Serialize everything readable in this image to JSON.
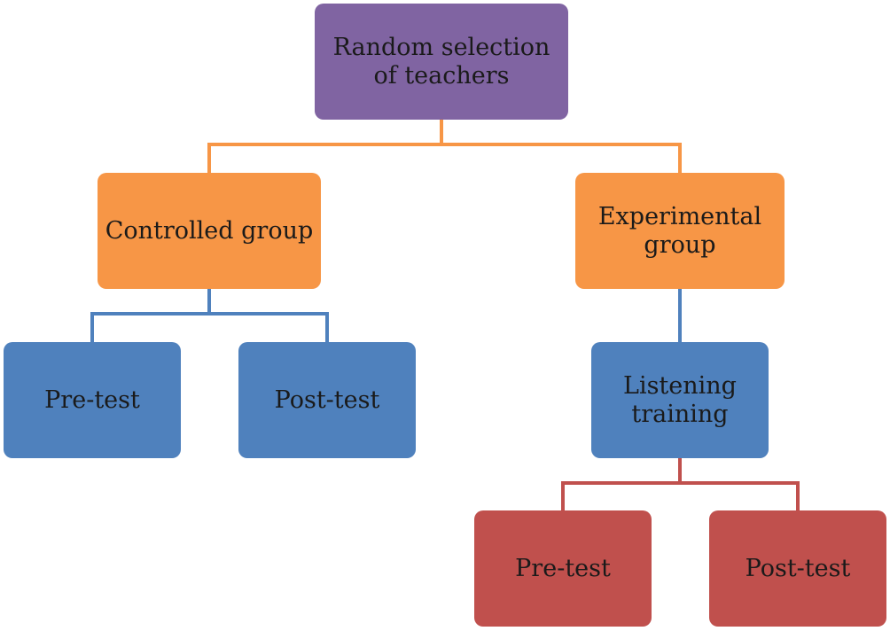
{
  "colors": {
    "purple": "#8064a2",
    "orange": "#f79646",
    "blue": "#4f81bd",
    "red": "#c0504d"
  },
  "nodes": {
    "root": {
      "line1": "Random selection",
      "line2": "of teachers"
    },
    "controlled": {
      "line1": "Controlled group"
    },
    "experimental": {
      "line1": "Experimental",
      "line2": "group"
    },
    "controlled_pre": {
      "line1": "Pre-test"
    },
    "controlled_post": {
      "line1": "Post-test"
    },
    "listening": {
      "line1": "Listening",
      "line2": "training"
    },
    "experimental_pre": {
      "line1": "Pre-test"
    },
    "experimental_post": {
      "line1": "Post-test"
    }
  }
}
